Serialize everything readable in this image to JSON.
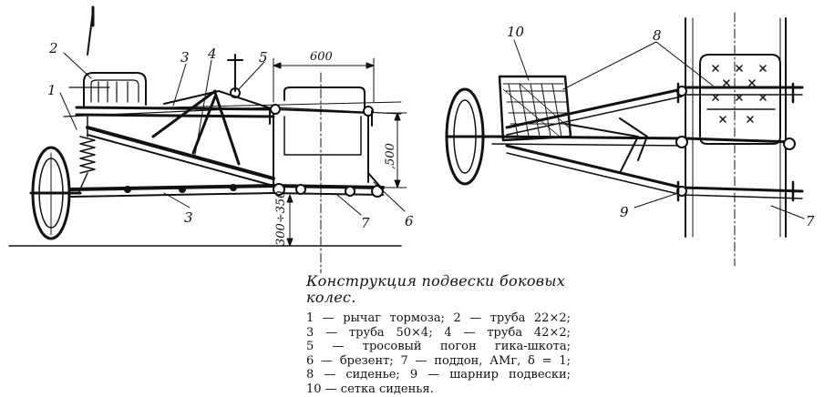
{
  "figure": {
    "callouts": [
      "1",
      "2",
      "3",
      "4",
      "5",
      "3",
      "7",
      "6",
      "10",
      "8",
      "9",
      "7"
    ],
    "dimensions": {
      "width": "600",
      "height": ",500",
      "clearance": "300÷350"
    }
  },
  "caption": {
    "title_line1": "Конструкция подвески боковых",
    "title_line2": "колес.",
    "legend_lines": [
      "1 — рычаг тормоза; 2 — труба 22×2;",
      "3 — труба 50×4; 4 — труба 42×2;",
      "5 — тросовый погон гика-шкота;",
      "6 — брезент; 7 — поддон, АМг, δ = 1;",
      "8 — сиденье; 9 — шарнир подвески;",
      "10 — сетка сиденья."
    ]
  }
}
